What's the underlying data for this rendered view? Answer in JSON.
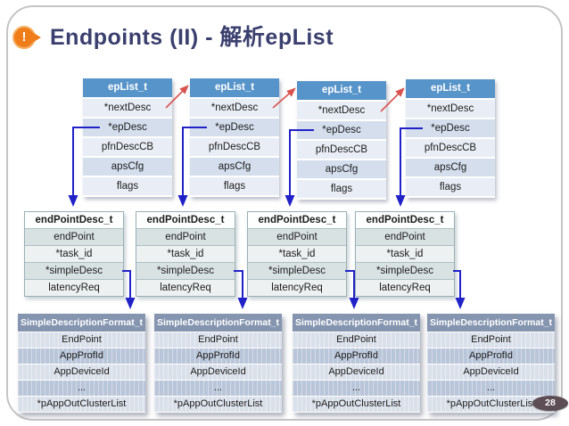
{
  "slide": {
    "title": "Endpoints (II) - 解析epList",
    "title_icon": "exclamation-callout-icon",
    "page_number": "28"
  },
  "colors": {
    "title_text": "#3A3F6E",
    "icon_orange": "#EF7D1A",
    "eplist_header_bg": "#5794C9",
    "eplist_row_odd": "#D4DEED",
    "eplist_row_even": "#E9EEF6",
    "endpointdesc_border": "#9AB0B4",
    "endpointdesc_row_odd": "#EDF1F1",
    "endpointdesc_row_even": "#D9E2E3",
    "simpledesc_header_bg": "#8595B0",
    "simpledesc_row_odd": "#B9C5D9",
    "simpledesc_row_even": "#DAE0EA",
    "arrow_next_red": "#D9534F",
    "arrow_pointer_blue": "#2121C8",
    "page_badge_bg": "#5D4E55",
    "frame_border": "#C6C5C5"
  },
  "tables": {
    "ep_list": {
      "title": "epList_t",
      "rows": [
        "*nextDesc",
        "*epDesc",
        "pfnDescCB",
        "apsCfg",
        "flags"
      ]
    },
    "end_point_desc": {
      "title": "endPointDesc_t",
      "rows": [
        "endPoint",
        "*task_id",
        "*simpleDesc",
        "latencyReq"
      ]
    },
    "simple_description": {
      "title": "SimpleDescriptionFormat_t",
      "rows": [
        "EndPoint",
        "AppProfId",
        "AppDeviceId",
        "...",
        "*pAppOutClusterList"
      ]
    }
  }
}
